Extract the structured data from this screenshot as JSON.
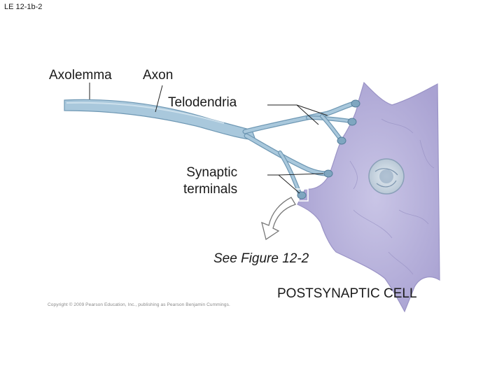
{
  "figure_label": "LE 12-1b-2",
  "labels": {
    "axolemma": "Axolemma",
    "axon": "Axon",
    "telodendria": "Telodendria",
    "synaptic_line1": "Synaptic",
    "synaptic_line2": "terminals",
    "see_figure": "See Figure 12-2",
    "postsynaptic_cell": "POSTSYNAPTIC CELL"
  },
  "copyright": "Copyright © 2009 Pearson Education, Inc., publishing as Pearson Benjamin Cummings.",
  "colors": {
    "cell_fill": "#b9b4dc",
    "cell_shade": "#9d96c8",
    "axon_fill": "#a9c8dc",
    "axon_edge": "#6f98b4",
    "terminal": "#7fa6c0",
    "arrow_fill": "#ffffff",
    "arrow_stroke": "#777777",
    "leader_line": "#222222"
  }
}
